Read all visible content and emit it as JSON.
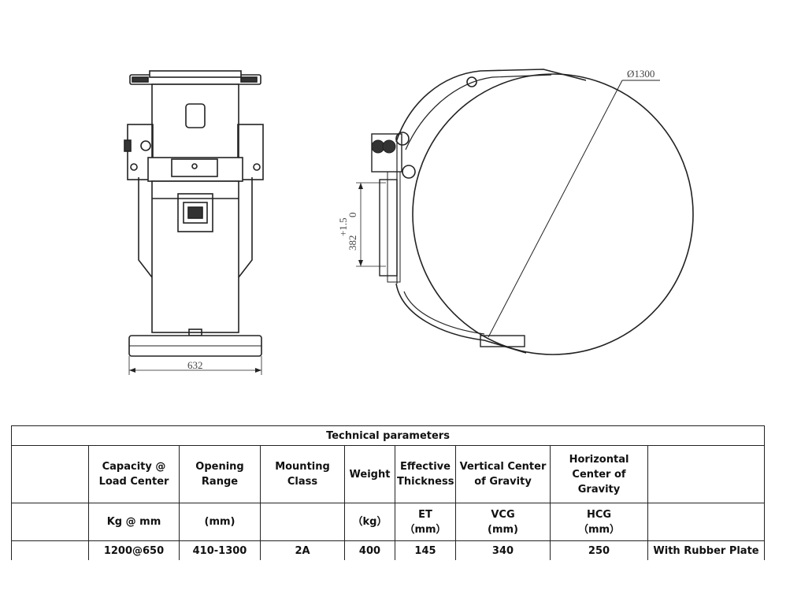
{
  "drawing": {
    "diameter_label": "Ø1300",
    "width_label": "632",
    "tolerance_upper": "+1.5",
    "tolerance_lower": "0",
    "height_label": "382"
  },
  "table": {
    "title": "Technical parameters",
    "headers": [
      "",
      "Capacity @ Load Center",
      "Opening Range",
      "Mounting Class",
      "Weight",
      "Effective Thickness",
      "Vertical Center of Gravity",
      "Horizontal Center of Gravity",
      ""
    ],
    "units_line1": [
      "",
      "Kg @ mm",
      "(mm)",
      "",
      "（kg）",
      "ET",
      "VCG",
      "HCG",
      ""
    ],
    "units_line2": [
      "",
      "",
      "",
      "",
      "",
      "（mm）",
      "(mm)",
      "（mm）",
      ""
    ],
    "values": [
      "",
      "1200@650",
      "410-1300",
      "2A",
      "400",
      "145",
      "340",
      "250",
      "With Rubber Plate"
    ]
  }
}
